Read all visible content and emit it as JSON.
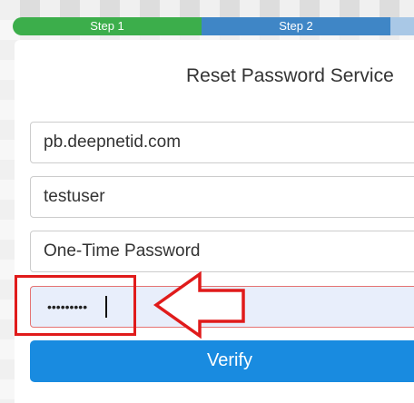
{
  "progress": {
    "steps": [
      {
        "label": "Step 1",
        "color": "#3cae4b"
      },
      {
        "label": "Step 2",
        "color": "#3f86c6"
      },
      {
        "label": "",
        "color": "#a9c8e6"
      }
    ]
  },
  "form": {
    "title": "Reset Password Service",
    "domain_value": "pb.deepnetid.com",
    "username_value": "testuser",
    "otp_placeholder": "One-Time Password",
    "password_masked": "•••••••••",
    "verify_label": "Verify",
    "verify_color": "#198be0"
  },
  "annotation": {
    "highlight_color": "#e01b1b",
    "arrow_icon": "left-arrow-icon"
  }
}
